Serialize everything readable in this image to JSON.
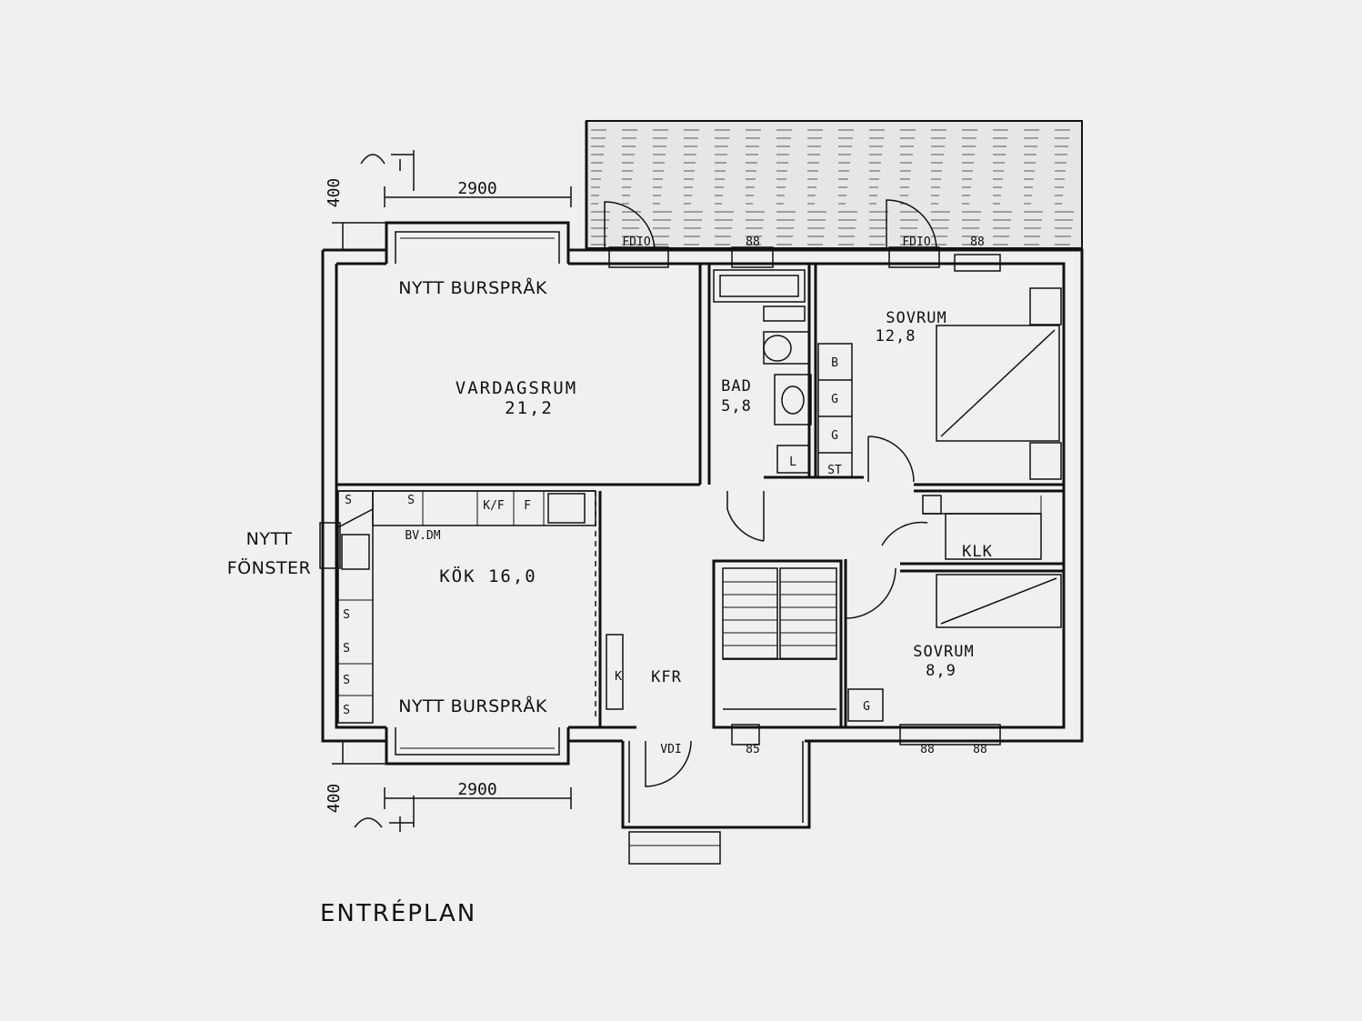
{
  "labels": {
    "living_room": "VARDAGSRUM",
    "living_room_area": "21,2",
    "kitchen": "KÖK 16,0",
    "bath": "BAD",
    "bath_area": "5,8",
    "bedroom_1": "SOVRUM",
    "bedroom_1_area": "12,8",
    "bedroom_2": "SOVRUM",
    "bedroom_2_area": "8,9",
    "closet": "KLK",
    "hall": "KFR",
    "vestibule": "VDI",
    "bay_top": "NYTT BURSPRÅK",
    "bay_bottom": "NYTT BURSPRÅK",
    "window_line1": "NYTT",
    "window_line2": "FÖNSTER",
    "plan_title": "ENTRÉPLAN"
  },
  "dimensions": {
    "bay_width_top": "2900",
    "bay_width_bottom": "2900",
    "bay_depth_top": "400",
    "bay_depth_bottom": "400"
  },
  "marks": {
    "door_top_1": "FDIO",
    "door_top_2": "FDIO",
    "window_top_1": "88",
    "window_top_2": "88",
    "window_bottom_1": "88",
    "window_bottom_2": "88",
    "window_bottom_3": "85",
    "wardrobe_b": "B",
    "wardrobe_g1": "G",
    "wardrobe_g2": "G",
    "wardrobe_st": "ST",
    "kitchen_s1": "S",
    "kitchen_s2": "S",
    "kitchen_kf": "K/F",
    "kitchen_f": "F",
    "kitchen_bvdm": "BV.DM",
    "kitchen_s3": "S",
    "kitchen_s4": "S",
    "kitchen_s5": "S",
    "kitchen_s6": "S",
    "hall_k": "K",
    "bedroom2_g": "G",
    "bath_l": "L"
  }
}
